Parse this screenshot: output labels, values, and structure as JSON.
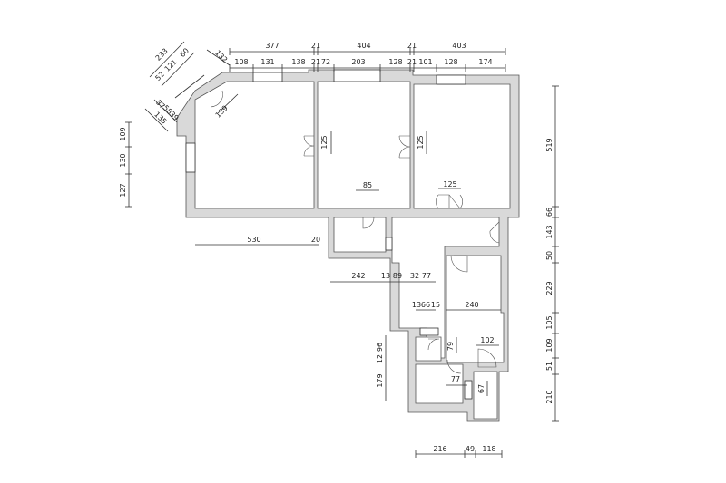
{
  "plan": {
    "top_row1": [
      "377",
      "21",
      "404",
      "21",
      "403"
    ],
    "top_row2": [
      "108",
      "131",
      "138",
      "21",
      "72",
      "203",
      "128",
      "21",
      "101",
      "128",
      "174"
    ],
    "right_col": [
      "519",
      "66",
      "143",
      "50",
      "229",
      "105",
      "109",
      "51",
      "210"
    ],
    "left_col": [
      "109",
      "130",
      "127"
    ],
    "diagonal": [
      "233",
      "52",
      "121",
      "60",
      "132",
      "37",
      "58",
      "39",
      "135",
      "139"
    ],
    "interior": {
      "room1_door": "125",
      "room2_door": "125",
      "d85": "85",
      "d125": "125",
      "d530": "530",
      "d20": "20",
      "row_a": [
        "242",
        "13",
        "89",
        "32",
        "77"
      ],
      "row_b": [
        "13",
        "66",
        "15"
      ],
      "d240": "240",
      "d102": "102",
      "d79": "79",
      "v_12": "12",
      "v_96": "96",
      "v_179": "179",
      "d77": "77",
      "d67": "67"
    },
    "bottom_row": [
      "216",
      "49",
      "118"
    ]
  }
}
